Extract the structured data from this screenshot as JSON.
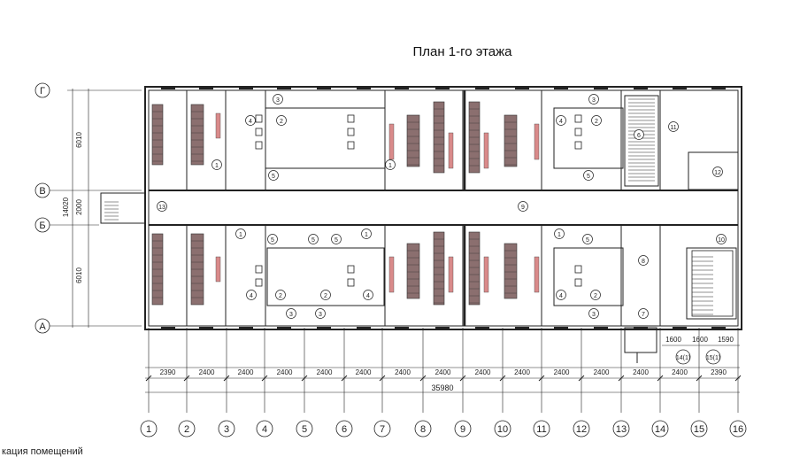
{
  "title": "План 1-го этажа",
  "caption": "кация помещений",
  "axes": {
    "letters": [
      "Г",
      "В",
      "Б",
      "А"
    ],
    "numbers": [
      "1",
      "2",
      "3",
      "4",
      "5",
      "6",
      "7",
      "8",
      "9",
      "10",
      "11",
      "12",
      "13",
      "14",
      "15",
      "16"
    ]
  },
  "dims": {
    "bottom_spans": [
      "2390",
      "2400",
      "2400",
      "2400",
      "2400",
      "2400",
      "2400",
      "2400",
      "2400",
      "2400",
      "2400",
      "2400",
      "2400",
      "2400",
      "2390"
    ],
    "total": "35980",
    "stair_spans": [
      "1600",
      "1600",
      "1590"
    ],
    "left_side": [
      "6010",
      "2000",
      "6010"
    ],
    "left_total": "14020"
  },
  "room_tags": [
    "1",
    "2",
    "3",
    "4",
    "5",
    "6",
    "7",
    "8",
    "9",
    "10",
    "11",
    "12",
    "13"
  ],
  "detail_tags": [
    "14(1)",
    "15(1)"
  ],
  "colors": {
    "line": "#222222",
    "desk": "#8b6f6f",
    "board": "#d98a8a",
    "panel": "#b07070"
  }
}
